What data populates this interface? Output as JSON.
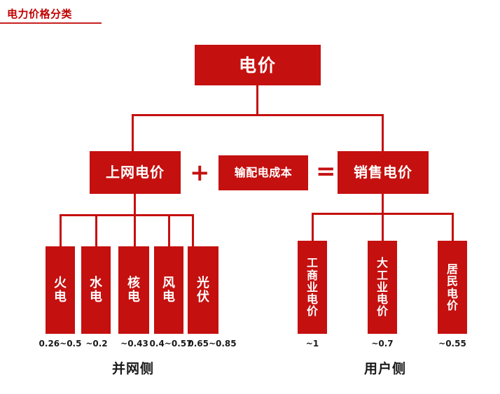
{
  "title": "电力价格分类",
  "colors": {
    "node_fill": "#C4100F",
    "title_text": "#C00000",
    "connector": "#C4100F",
    "caption_text": "#1a1a1a",
    "background": "#ffffff"
  },
  "root": {
    "label": "电价"
  },
  "middle": {
    "nodes": [
      {
        "label": "上网电价"
      },
      {
        "label": "输配电成本"
      },
      {
        "label": "销售电价"
      }
    ],
    "operators": {
      "plus": "+",
      "equals": "="
    }
  },
  "grid_side": {
    "section_label": "并网侧",
    "items": [
      {
        "label": "火电",
        "price": "0.26~0.5"
      },
      {
        "label": "水电",
        "price": "~0.2"
      },
      {
        "label": "核电",
        "price": "~0.43"
      },
      {
        "label": "风电",
        "price": "0.4~0.57"
      },
      {
        "label": "光伏",
        "price": "0.65~0.85"
      }
    ]
  },
  "user_side": {
    "section_label": "用户侧",
    "items": [
      {
        "label": "工商业电价",
        "price": "~1"
      },
      {
        "label": "大工业电价",
        "price": "~0.7"
      },
      {
        "label": "居民电价",
        "price": "~0.55"
      }
    ]
  }
}
